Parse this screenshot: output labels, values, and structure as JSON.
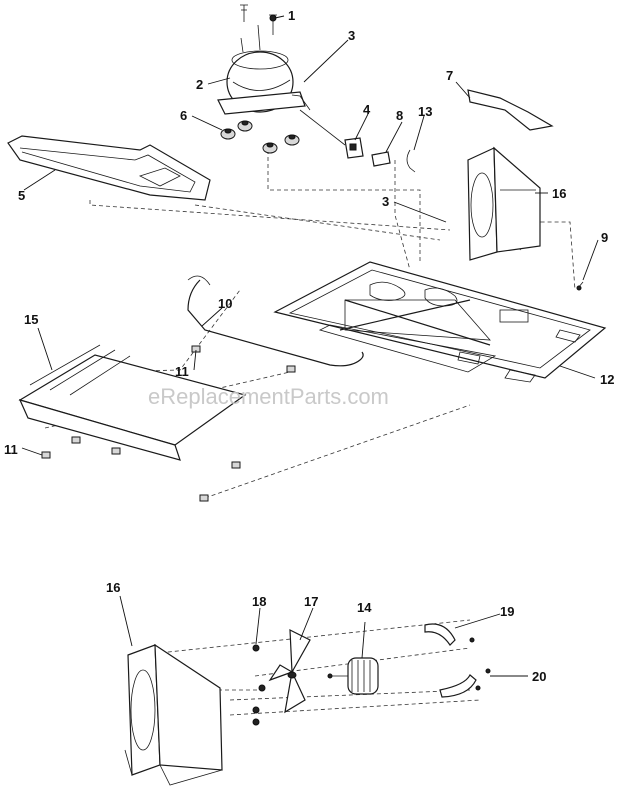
{
  "diagram": {
    "watermark": "eReplacementParts.com",
    "callouts": [
      {
        "id": "c1",
        "text": "1"
      },
      {
        "id": "c2",
        "text": "2"
      },
      {
        "id": "c3a",
        "text": "3"
      },
      {
        "id": "c3b",
        "text": "3"
      },
      {
        "id": "c4",
        "text": "4"
      },
      {
        "id": "c5",
        "text": "5"
      },
      {
        "id": "c6",
        "text": "6"
      },
      {
        "id": "c7",
        "text": "7"
      },
      {
        "id": "c8",
        "text": "8"
      },
      {
        "id": "c9",
        "text": "9"
      },
      {
        "id": "c10",
        "text": "10"
      },
      {
        "id": "c11a",
        "text": "11"
      },
      {
        "id": "c11b",
        "text": "11"
      },
      {
        "id": "c12",
        "text": "12"
      },
      {
        "id": "c13",
        "text": "13"
      },
      {
        "id": "c14",
        "text": "14"
      },
      {
        "id": "c15",
        "text": "15"
      },
      {
        "id": "c16a",
        "text": "16"
      },
      {
        "id": "c16b",
        "text": "16"
      },
      {
        "id": "c17",
        "text": "17"
      },
      {
        "id": "c18",
        "text": "18"
      },
      {
        "id": "c19",
        "text": "19"
      },
      {
        "id": "c20",
        "text": "20"
      }
    ]
  }
}
